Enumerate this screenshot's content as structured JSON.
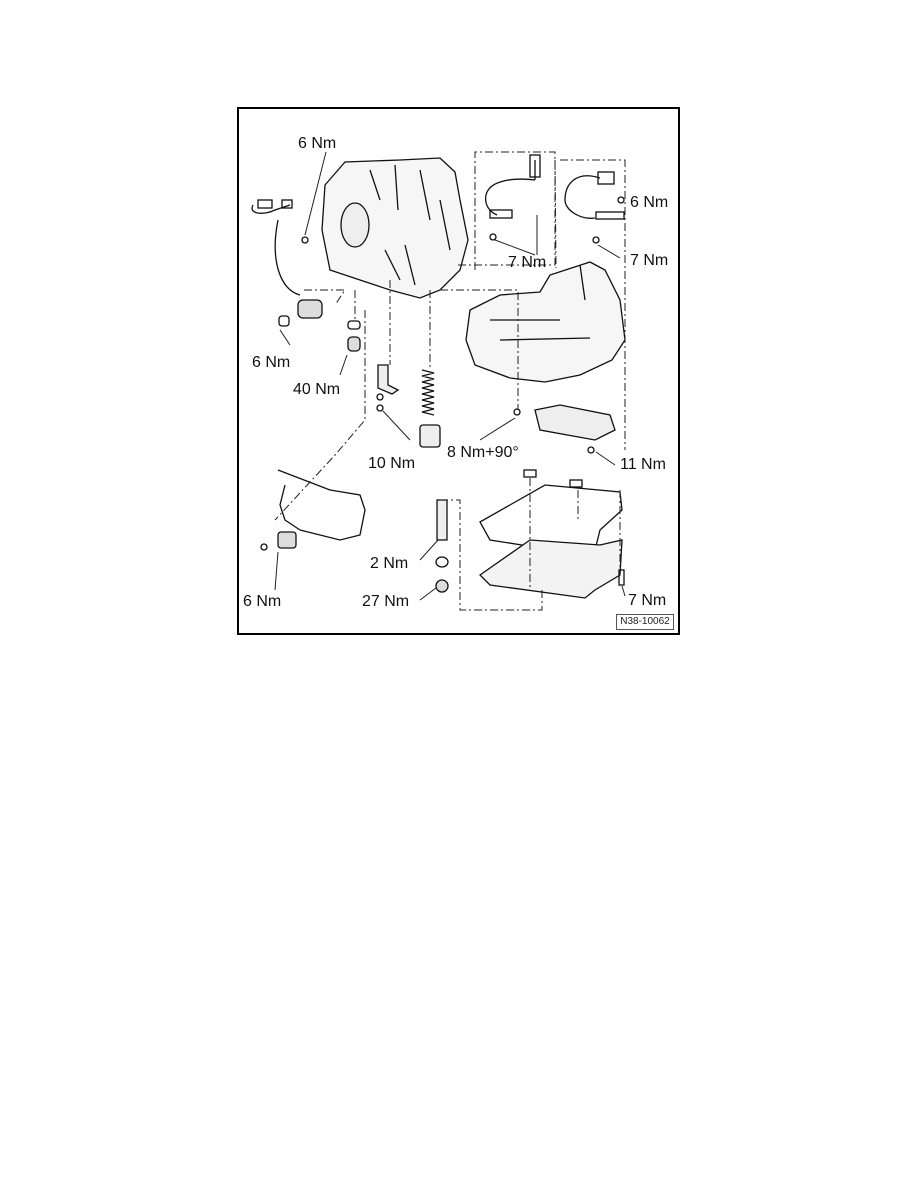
{
  "diagram": {
    "figure_id": "N38-10062",
    "subject": "Automatic transmission exploded view with tightening torques",
    "labels": [
      {
        "id": "harness-bolt-top",
        "text": "6 Nm"
      },
      {
        "id": "sensor-left-bolt",
        "text": "6 Nm"
      },
      {
        "id": "drain-plug-40",
        "text": "40 Nm"
      },
      {
        "id": "pipe-bolt-10",
        "text": "10 Nm"
      },
      {
        "id": "valve-body-bolt",
        "text": "8 Nm+90°"
      },
      {
        "id": "filter-bolt",
        "text": "11 Nm"
      },
      {
        "id": "sensor-1-bolts",
        "text": "7 Nm"
      },
      {
        "id": "sensor-2-upper-bolt",
        "text": "6 Nm"
      },
      {
        "id": "sensor-2-lower-bolt",
        "text": "7 Nm"
      },
      {
        "id": "harness-lower-bolt",
        "text": "6 Nm"
      },
      {
        "id": "overflow-tube",
        "text": "2 Nm"
      },
      {
        "id": "oil-drain-plug",
        "text": "27 Nm"
      },
      {
        "id": "oil-pan-bolts",
        "text": "7 Nm"
      }
    ]
  }
}
